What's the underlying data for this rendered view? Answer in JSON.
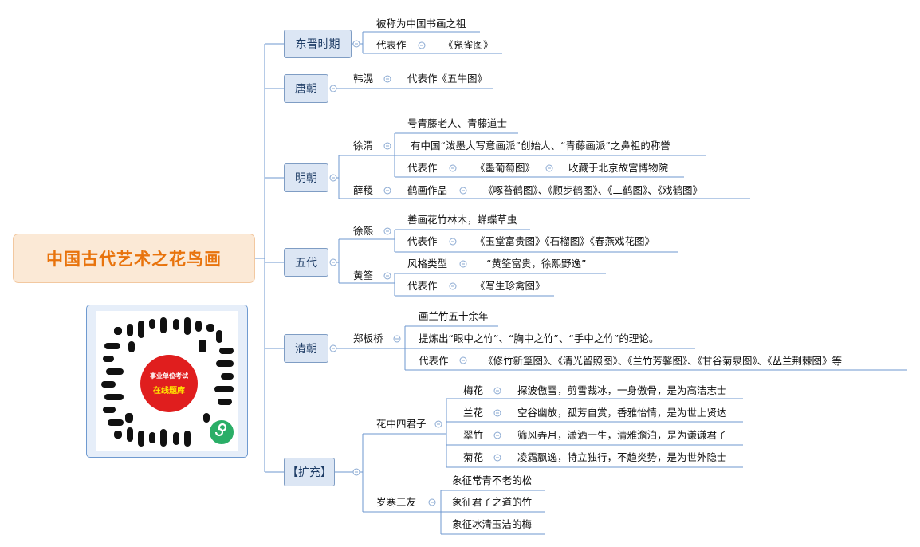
{
  "root": {
    "title": "中国古代艺术之花鸟画"
  },
  "branches": {
    "dongjin": "东晋时期",
    "tang": "唐朝",
    "ming": "明朝",
    "wudai": "五代",
    "qing": "清朝",
    "kuochong": "【扩充】"
  },
  "dongjin": {
    "founder": "被称为中国书画之祖",
    "works_label": "代表作",
    "works": "《凫雀图》"
  },
  "tang": {
    "person": "韩滉",
    "works": "代表作《五牛图》"
  },
  "ming": {
    "xuwei": "徐渭",
    "xuwei_title": "号青藤老人、青藤道士",
    "xuwei_honor": "有中国“泼墨大写意画派”创始人、“青藤画派”之鼻祖的称誉",
    "xuwei_works_label": "代表作",
    "xuwei_works": "《墨葡萄图》",
    "xuwei_collection": "收藏于北京故宫博物院",
    "bianjin": "薛稷",
    "bianjin_label": "鹤画作品",
    "bianjin_works": "《啄苔鹤图》、《顾步鹤图》、《二鹤图》、《戏鹤图》"
  },
  "wudai": {
    "xuxi": "徐熙",
    "xuxi_desc": "善画花竹林木，蝉蝶草虫",
    "xuxi_works_label": "代表作",
    "xuxi_works": "《玉堂富贵图》《石榴图》《春燕戏花图》",
    "huangquan": "黄筌",
    "huangquan_style_label": "风格类型",
    "huangquan_style": "“黄筌富贵，徐熙野逸”",
    "huangquan_works_label": "代表作",
    "huangquan_works": "《写生珍禽图》"
  },
  "qing": {
    "person": "郑板桥",
    "bamboo": "画兰竹五十余年",
    "theory": "提炼出“眼中之竹”、“胸中之竹”、“手中之竹”的理论。",
    "works_label": "代表作",
    "works": "《修竹新篁图》、《清光留照图》、《兰竹芳馨图》、《甘谷菊泉图》、《丛兰荆棘图》等"
  },
  "kuochong": {
    "sijunzi": "花中四君子",
    "mei": "梅花",
    "mei_desc": "探波傲雪，剪雪裁冰，一身傲骨，是为高洁志士",
    "lan": "兰花",
    "lan_desc": "空谷幽放，孤芳自赏，香雅怡情，是为世上贤达",
    "zhu": "翠竹",
    "zhu_desc": "筛风弄月，潇洒一生，清雅澹泊，是为谦谦君子",
    "ju": "菊花",
    "ju_desc": "凌霜飘逸，特立独行，不趋炎势，是为世外隐士",
    "suihan": "岁寒三友",
    "song": "象征常青不老的松",
    "zhu2": "象征君子之道的竹",
    "mei2": "象征冰清玉洁的梅"
  },
  "qr": {
    "line1": "事业单位考试",
    "line2": "在线题库"
  },
  "colors": {
    "root_text": "#e8730c",
    "root_bg": "#fbe9d6",
    "branch_bg": "#dce6f4",
    "line": "#5b8cc8"
  }
}
